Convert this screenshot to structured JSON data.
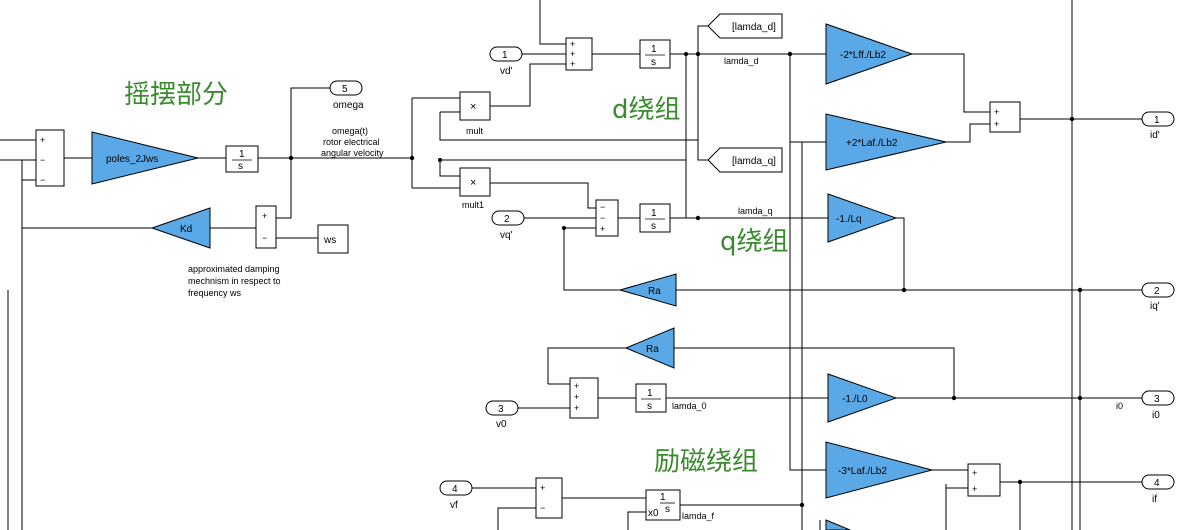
{
  "annotations": {
    "swing": "摇摆部分",
    "d_winding": "d绕组",
    "q_winding": "q绕组",
    "field_winding": "励磁绕组"
  },
  "gains": {
    "poles": "poles_2Jws",
    "kd": "Kd",
    "lff": "-2*Lff./Lb2",
    "laf": "+2*Laf./Lb2",
    "lq": "-1./Lq",
    "ra1": "Ra",
    "ra2": "Ra",
    "l0": "-1./L0",
    "laf3": "-3*Laf./Lb2"
  },
  "blocks": {
    "integrator_num": "1",
    "integrator_den": "s",
    "mult_symbol": "×",
    "mult_label": "mult",
    "mult1_label": "mult1",
    "ws_const": "ws",
    "plus": "+",
    "minus": "−",
    "x0": "x0",
    "x0_sub": "0"
  },
  "goto_tags": {
    "lamda_d": "[lamda_d]",
    "lamda_q": "[lamda_q]"
  },
  "inports": [
    {
      "num": "1",
      "label": "vd'"
    },
    {
      "num": "2",
      "label": "vq'"
    },
    {
      "num": "3",
      "label": "v0"
    },
    {
      "num": "4",
      "label": "vf"
    }
  ],
  "outports": [
    {
      "num": "5",
      "label": "omega"
    },
    {
      "num": "1",
      "label": "id'"
    },
    {
      "num": "2",
      "label": "iq'"
    },
    {
      "num": "3",
      "label": "i0"
    },
    {
      "num": "4",
      "label": "if"
    }
  ],
  "signals": {
    "omega_line1": "omega(t)",
    "omega_line2": "rotor electrical",
    "omega_line3": "angular velocity",
    "lamda_d": "lamda_d",
    "lamda_q": "lamda_q",
    "lamda_0": "lamda_0",
    "lamda_f": "lamda_f",
    "i0": "i0"
  },
  "notes": {
    "damping_1": "approximated damping",
    "damping_2": "mechnism in respect to",
    "damping_3": "frequency ws"
  },
  "colors": {
    "gain_fill": "#5aa9e6",
    "annotation_green": "#3a8a2e"
  }
}
